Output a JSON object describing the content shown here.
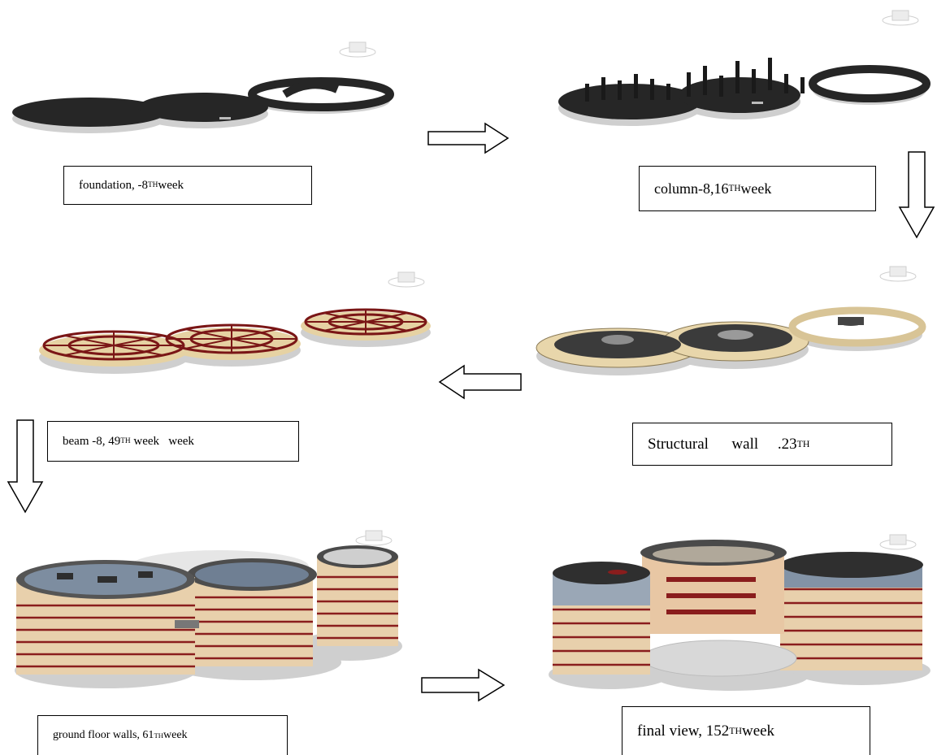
{
  "stages": [
    {
      "id": "foundation",
      "caption_main": "foundation,  -8",
      "caption_sup": "TH",
      "caption_tail": " week"
    },
    {
      "id": "column",
      "caption_main": "column-8,16",
      "caption_sup": "TH",
      "caption_tail": " week"
    },
    {
      "id": "structural-wall",
      "caption_main": "Structural      wall     .23",
      "caption_sup": "TH",
      "caption_tail": ""
    },
    {
      "id": "beam",
      "caption_main": "beam -8, 49",
      "caption_sup": "TH",
      "caption_tail": " week   week"
    },
    {
      "id": "ground-floor-walls",
      "caption_main": "ground floor walls, 61",
      "caption_sup": "TH",
      "caption_tail": " week"
    },
    {
      "id": "final-view",
      "caption_main": "final view, 152 ",
      "caption_sup": "TH",
      "caption_tail": " week"
    }
  ],
  "colors": {
    "slab": "#2b2b2b",
    "base": "#d9d9d9",
    "wall": "#e6d3a8",
    "beam": "#7a1818",
    "glass": "#7f93a8",
    "roof": "#3a3a3a"
  },
  "arrows": [
    "right",
    "down",
    "left",
    "down",
    "right"
  ]
}
